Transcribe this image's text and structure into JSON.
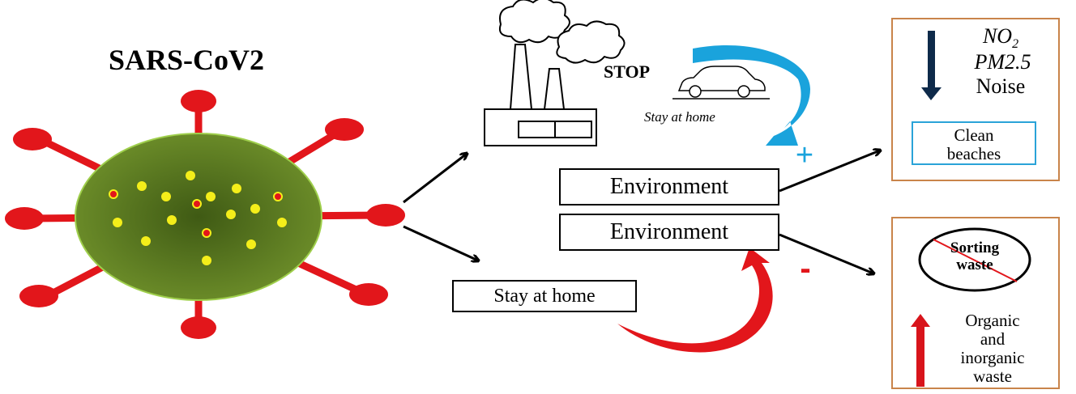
{
  "title": "SARS-CoV2",
  "factory": {
    "stop_label": "STOP",
    "stay_home_label": "Stay at home",
    "plus_sign": "+"
  },
  "environment_top": "Environment",
  "environment_bottom": "Environment",
  "stay_home_box": "Stay at home",
  "minus_sign": "-",
  "positive_panel": {
    "no2": "NO",
    "no2_sub": "2",
    "pm": "PM2.5",
    "noise": "Noise",
    "clean_line1": "Clean",
    "clean_line2": "beaches"
  },
  "negative_panel": {
    "sorting_line1": "Sorting",
    "sorting_line2": "waste",
    "waste_line1": "Organic",
    "waste_line2": "and",
    "waste_line3": "inorganic",
    "waste_line4": "waste"
  },
  "colors": {
    "virus_body": "#5a7a1f",
    "spike": "#e2161b",
    "blue_arrow": "#1aa3dc",
    "red_arrow": "#e2161b",
    "down_arrow": "#0e2a4a",
    "panel_border": "#c9844a",
    "clean_border": "#2aa3d8"
  }
}
